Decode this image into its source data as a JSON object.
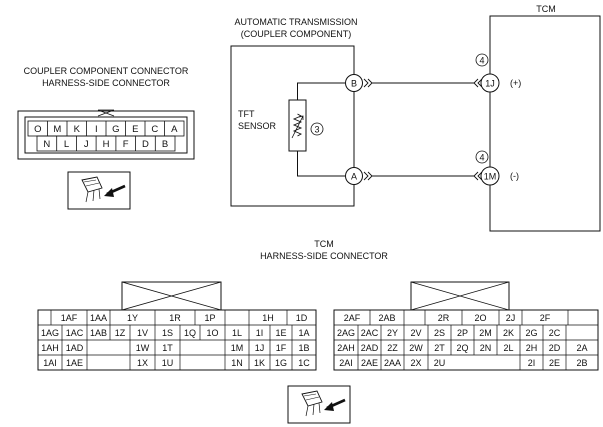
{
  "coupler": {
    "title_line1": "COUPLER COMPONENT CONNECTOR",
    "title_line2": "HARNESS-SIDE CONNECTOR",
    "row1": [
      "O",
      "M",
      "K",
      "I",
      "G",
      "E",
      "C",
      "A"
    ],
    "row2": [
      "N",
      "L",
      "J",
      "H",
      "F",
      "D",
      "B"
    ]
  },
  "at_box": {
    "title_line1": "AUTOMATIC TRANSMISSION",
    "title_line2": "(COUPLER COMPONENT)",
    "sensor_line1": "TFT",
    "sensor_line2": "SENSOR",
    "sensor_ref": "3",
    "pin_top": "B",
    "pin_bottom": "A"
  },
  "tcm_box": {
    "title": "TCM",
    "pin_top": "1J",
    "pin_bottom": "1M",
    "sign_top": "(+)",
    "sign_bottom": "(-)",
    "ref_top": "4",
    "ref_bottom": "4"
  },
  "tcm_connector": {
    "title_line1": "TCM",
    "title_line2": "HARNESS-SIDE CONNECTOR",
    "left_rows": [
      [
        "",
        "1AF",
        "1AA",
        "1Y",
        "1R",
        "1P",
        "",
        "1H",
        "1D"
      ],
      [
        "1AG",
        "1AC",
        "1AB",
        "1Z",
        "1V",
        "1S",
        "1Q",
        "1O",
        "1L",
        "1I",
        "1E",
        "1A"
      ],
      [
        "1AH",
        "1AD",
        "",
        "",
        "1W",
        "1T",
        "",
        "",
        "1M",
        "1J",
        "1F",
        "1B"
      ],
      [
        "1AI",
        "1AE",
        "",
        "",
        "1X",
        "1U",
        "",
        "",
        "1N",
        "1K",
        "1G",
        "1C"
      ]
    ],
    "right_rows": [
      [
        "2AF",
        "2AB",
        "",
        "2R",
        "2O",
        "2J",
        "2F",
        ""
      ],
      [
        "2AG",
        "2AC",
        "2Y",
        "2V",
        "2S",
        "2P",
        "2M",
        "2K",
        "2G",
        "2C",
        ""
      ],
      [
        "2AH",
        "2AD",
        "2Z",
        "2W",
        "2T",
        "2Q",
        "2N",
        "2L",
        "2H",
        "2D",
        "2A"
      ],
      [
        "2AI",
        "2AE",
        "2AA",
        "2X",
        "2U",
        "",
        "",
        "",
        "2I",
        "2E",
        "2B"
      ]
    ]
  }
}
